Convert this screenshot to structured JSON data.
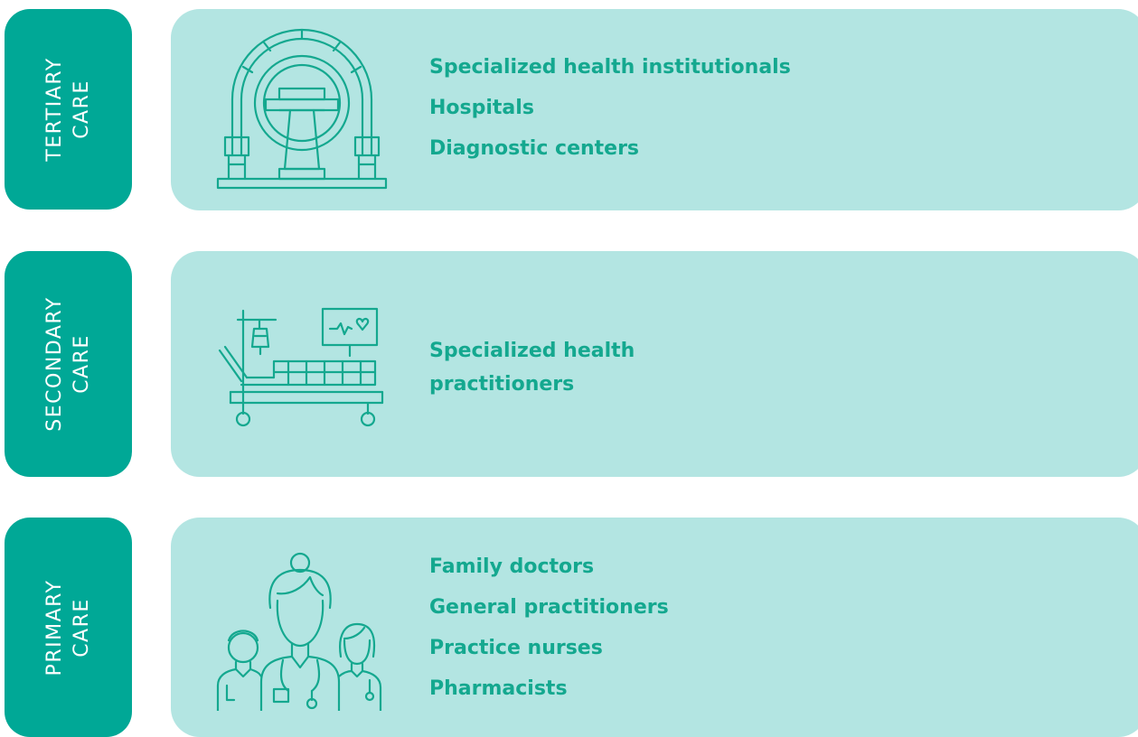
{
  "colors": {
    "tab_background": "#00a896",
    "tab_text": "#ffffff",
    "panel_background": "#b3e5e2",
    "item_text": "#14a88f",
    "icon_stroke": "#14a88f"
  },
  "tiers": [
    {
      "tab_line1": "TERTIARY",
      "tab_line2": "CARE",
      "icon": "mri-scanner-icon",
      "items": [
        "Specialized health institutionals",
        "Hospitals",
        "Diagnostic centers"
      ]
    },
    {
      "tab_line1": "SECONDARY",
      "tab_line2": "CARE",
      "icon": "hospital-bed-icon",
      "items_line1": "Specialized health",
      "items_line2": "practitioners"
    },
    {
      "tab_line1": "PRIMARY",
      "tab_line2": "CARE",
      "icon": "medical-staff-icon",
      "items": [
        "Family doctors",
        "General practitioners",
        "Practice nurses",
        "Pharmacists"
      ]
    }
  ]
}
